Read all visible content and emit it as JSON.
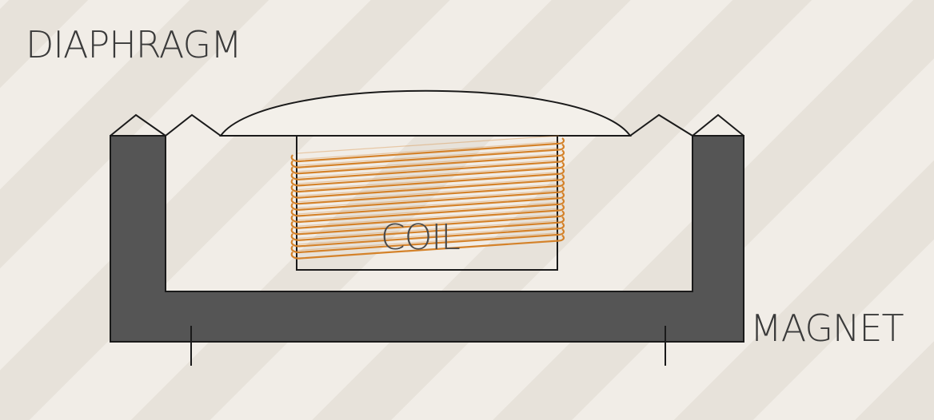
{
  "labels": {
    "diaphragm": "DIAPHRAGM",
    "coil": "COIL",
    "magnet": "MAGNET"
  },
  "colors": {
    "magnet_fill": "#555555",
    "coil_wire": "#d4822a",
    "outline": "#1a1a1a",
    "diaphragm_fill": "#f3f0ea",
    "background": "#efebe4"
  },
  "coil_turns": 17
}
